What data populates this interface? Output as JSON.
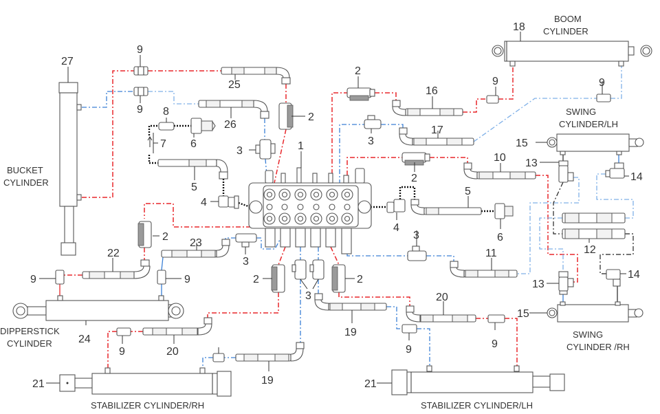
{
  "title": "Hydraulic hose routing diagram",
  "colors": {
    "pressure_line": "#e8262a",
    "return_line": "#3a7fd5",
    "return_line_light": "#7fb0e8",
    "pilot_line": "#222222",
    "outline": "#555555",
    "text": "#333333"
  },
  "captions": {
    "bucket": [
      "BUCKET",
      "CYLINDER"
    ],
    "boom": [
      "BOOM",
      "CYLINDER"
    ],
    "swing_lh": [
      "SWING",
      "CYLINDER/LH"
    ],
    "swing_rh": [
      "SWING",
      "CYLINDER /RH"
    ],
    "dipperstick": [
      "DIPPERSTICK",
      "CYLINDER"
    ],
    "stabilizer_rh": "STABILIZER CYLINDER/RH",
    "stabilizer_lh": "STABILIZER CYLINDER/LH"
  },
  "callouts": {
    "c27": "27",
    "c9a": "9",
    "c9b": "9",
    "c25": "25",
    "c26": "26",
    "c8": "8",
    "c6a": "6",
    "c7": "7",
    "c5a": "5",
    "c4a": "4",
    "c2a": "2",
    "c3a": "3",
    "c1": "1",
    "c2b": "2",
    "c16": "16",
    "c9c": "9",
    "c18": "18",
    "c9d": "9",
    "c3b": "3",
    "c17": "17",
    "c15a": "15",
    "c13a": "13",
    "c14a": "14",
    "c2c": "2",
    "c10": "10",
    "c5b": "5",
    "c4b": "4",
    "c6b": "6",
    "c12": "12",
    "c14b": "14",
    "c13b": "13",
    "c15b": "15",
    "c2d": "2",
    "c22": "22",
    "c23": "23",
    "c3c": "3",
    "c9e": "9",
    "c9f": "9",
    "c24": "24",
    "c2e": "2",
    "c3d": "3",
    "c2f": "2",
    "c3e": "3",
    "c11": "11",
    "c20a": "20",
    "c9g": "9",
    "c20b": "20",
    "c19a": "19",
    "c9h": "9",
    "c9i": "9",
    "c21a": "21",
    "c19b": "19",
    "c21b": "21"
  }
}
